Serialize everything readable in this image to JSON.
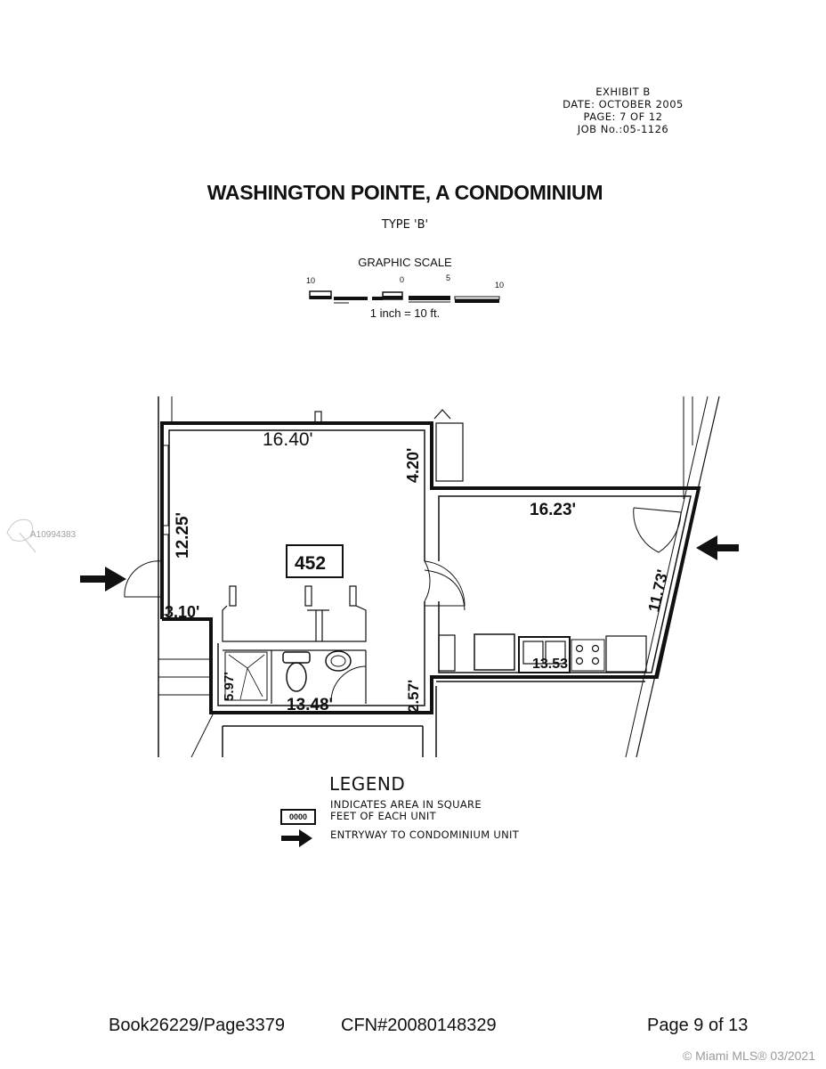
{
  "exhibit": {
    "line1": "EXHIBIT B",
    "line2": "DATE: OCTOBER 2005",
    "line3": "PAGE: 7 OF 12",
    "line4": "JOB No.:05-1126"
  },
  "title": "WASHINGTON POINTE, A CONDOMINIUM",
  "subtitle": "TYPE 'B'",
  "graphic_scale": {
    "title": "GRAPHIC SCALE",
    "ticks": [
      "10",
      "0",
      "5",
      "10"
    ],
    "note": "1 inch = 10 ft."
  },
  "floor_plan": {
    "unit_area": "452",
    "dimensions": {
      "top_left_room": "16.40'",
      "right_upper": "4.20'",
      "left_wall": "12.25'",
      "left_step": "3.10'",
      "bath_side": "5.97'",
      "bottom": "13.48'",
      "right_lower": "2.57'",
      "kitchen_top": "16.23'",
      "kitchen_right": "11.73'",
      "kitchen_bottom": "13.53'"
    }
  },
  "legend": {
    "title": "LEGEND",
    "area_box": "0000",
    "area_line1": "INDICATES AREA IN SQUARE",
    "area_line2": "FEET OF EACH UNIT",
    "entry": "ENTRYWAY TO CONDOMINIUM UNIT"
  },
  "footer": {
    "book": "Book26229/Page3379",
    "cfn": "CFN#20080148329",
    "page": "Page 9 of 13"
  },
  "watermark": {
    "listing_id": "A10994383",
    "copyright": "© Miami MLS® 03/2021"
  }
}
